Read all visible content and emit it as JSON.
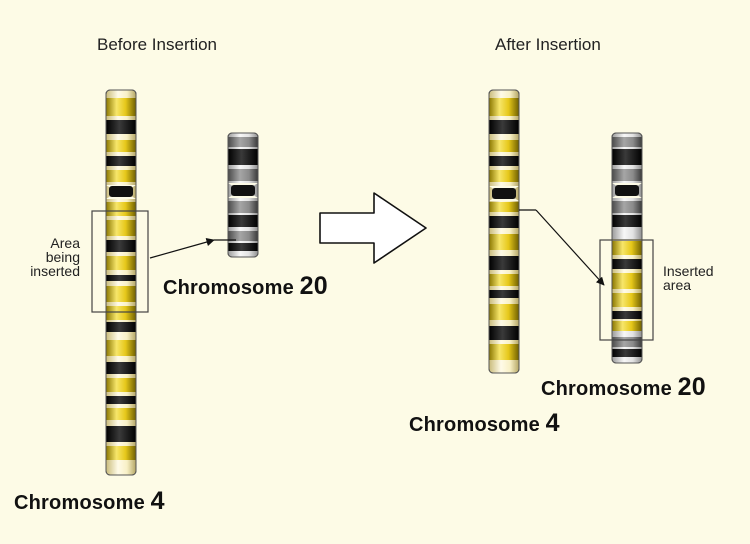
{
  "headings": {
    "before": "Before Insertion",
    "after": "After Insertion"
  },
  "labels": {
    "chr4_before": {
      "name": "Chromosome",
      "number": "4"
    },
    "chr20_before": {
      "name": "Chromosome",
      "number": "20"
    },
    "chr4_after": {
      "name": "Chromosome",
      "number": "4"
    },
    "chr20_after": {
      "name": "Chromosome",
      "number": "20"
    }
  },
  "notes": {
    "area_being_inserted": "Area\nbeing\ninserted",
    "inserted_area": "Inserted\narea"
  },
  "colors": {
    "background": "#fdfbe6",
    "chromosome4_band": "#d4b300",
    "chromosome4_light": "#f5e48a",
    "chromosome20_band": "#777777",
    "chromosome20_light": "#dedede",
    "dark_band": "#111111"
  }
}
